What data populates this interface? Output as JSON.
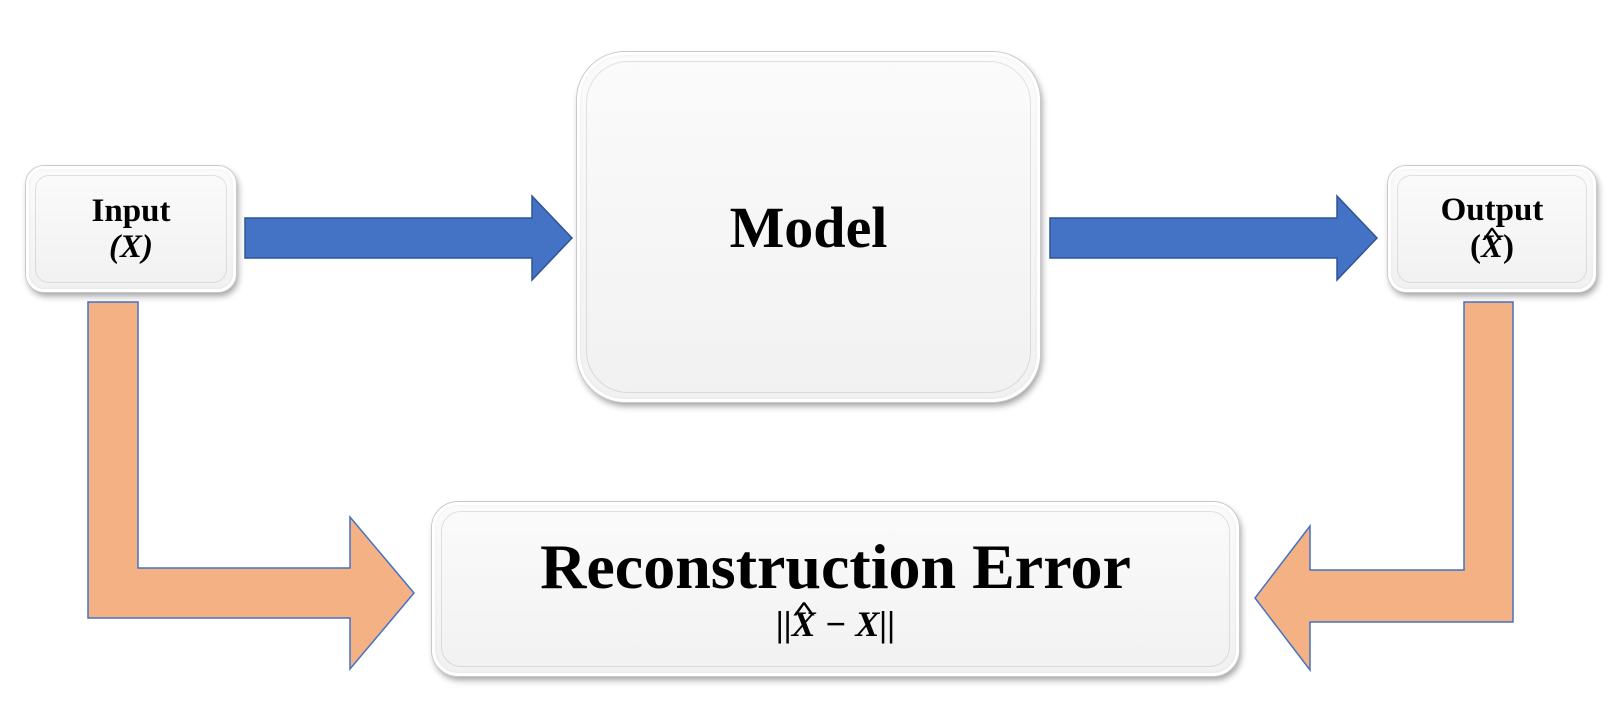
{
  "diagram": {
    "input": {
      "label": "Input",
      "symbol": "(X)"
    },
    "model": {
      "label": "Model"
    },
    "output": {
      "label": "Output",
      "symbol_open": "(",
      "symbol_var": "X",
      "symbol_close": ")"
    },
    "error": {
      "title": "Reconstruction Error",
      "formula_prefix": "||",
      "formula_var1": "X",
      "formula_rest": " − X||"
    }
  },
  "colors": {
    "forward_arrow": "#4472C4",
    "forward_arrow_stroke": "#2F5597",
    "error_arrow": "#F4B183",
    "error_arrow_stroke": "#4472C4"
  }
}
